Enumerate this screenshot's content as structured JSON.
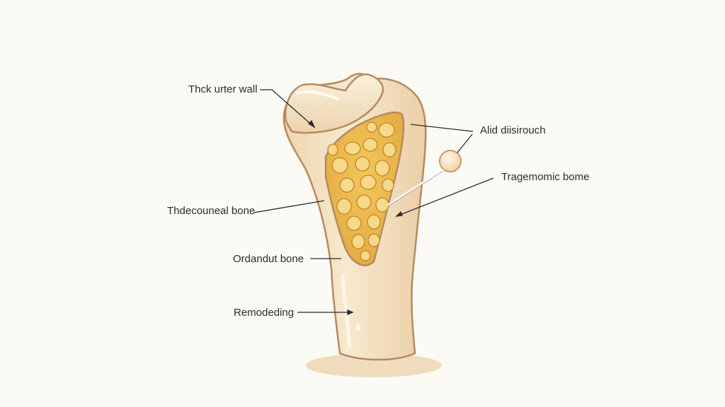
{
  "labels": {
    "thick_outer_wall": "Thck urter wall",
    "alid_diisirouch": "Alid diisirouch",
    "tragemomic_bome": "Tragemomic bome",
    "thdecouneal_bone": "Thdecouneal bone",
    "ordandut_bone": "Ordandut bone",
    "remodeding": "Remodeding"
  },
  "colors": {
    "background": "#fcfaf4",
    "bone_fill": "#f3dfbf",
    "bone_outline": "#b58a62",
    "marrow_fill": "#e9b949",
    "marrow_cell": "#f6d37a",
    "shadow": "#efdfc4",
    "leader_line": "#2b2b2b"
  }
}
